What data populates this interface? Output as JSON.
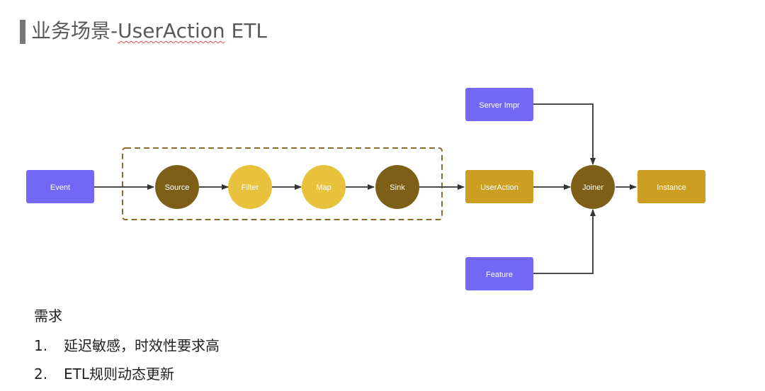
{
  "title": {
    "prefix": "业务场景-",
    "underlined": "UserAction",
    "suffix": " ETL"
  },
  "diagram": {
    "nodes": {
      "event": "Event",
      "source": "Source",
      "filter": "Filter",
      "map": "Map",
      "sink": "Sink",
      "useraction": "UserAction",
      "server_impr": "Server Impr",
      "feature": "Feature",
      "joiner": "Joiner",
      "instance": "Instance"
    },
    "colors": {
      "purple": "#7268f5",
      "dark_brown": "#7d5f17",
      "yellow": "#e8c23c",
      "mustard": "#cc9f22",
      "dashed_border": "#8a6a2e",
      "arrow": "#333333"
    }
  },
  "requirements": {
    "heading": "需求",
    "items": [
      {
        "num": "1.",
        "text": "延迟敏感，时效性要求高"
      },
      {
        "num": "2.",
        "text": "ETL规则动态更新"
      }
    ]
  }
}
